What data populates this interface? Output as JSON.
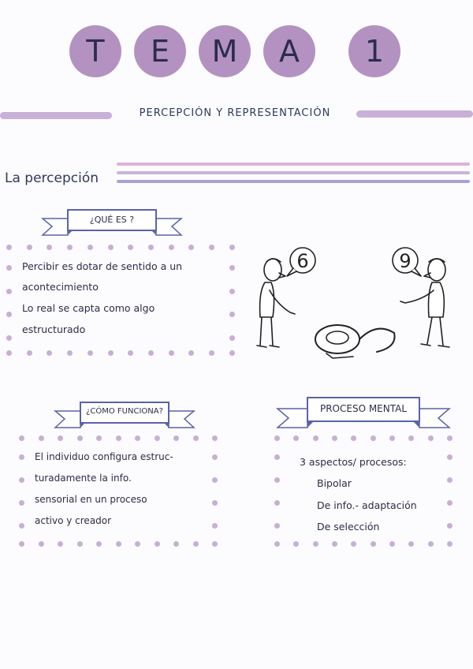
{
  "title": {
    "letters": [
      "T",
      "E",
      "M",
      "A",
      "1"
    ]
  },
  "subtitle": "PERCEPCIÓN Y REPRESENTACIÓN",
  "section": {
    "heading": "La percepción"
  },
  "que_es": {
    "label": "¿QUÉ ES ?",
    "lines": [
      "Percibir es dotar de sentido a un",
      "acontecimiento",
      "Lo real se capta como algo",
      "estructurado"
    ]
  },
  "illustration": {
    "left_bubble": "6",
    "right_bubble": "9",
    "floor_figure": "6"
  },
  "como_funciona": {
    "label": "¿CÓMO FUNCIONA?",
    "lines": [
      "El individuo configura estruc-",
      "turadamente la info.",
      "sensorial en un proceso",
      "activo y creador"
    ]
  },
  "proceso_mental": {
    "label": "PROCESO MENTAL",
    "lines": [
      "3 aspectos/ procesos:",
      "Bipolar",
      "De info.- adaptación",
      "De selección"
    ]
  },
  "colors": {
    "accent_purple": "#b392c1",
    "bar_lilac": "#c8b0d6",
    "stripe_pink": "#dcb3d9",
    "stripe_blue": "#a9a3d2",
    "ribbon_blue": "#5a63a8"
  }
}
